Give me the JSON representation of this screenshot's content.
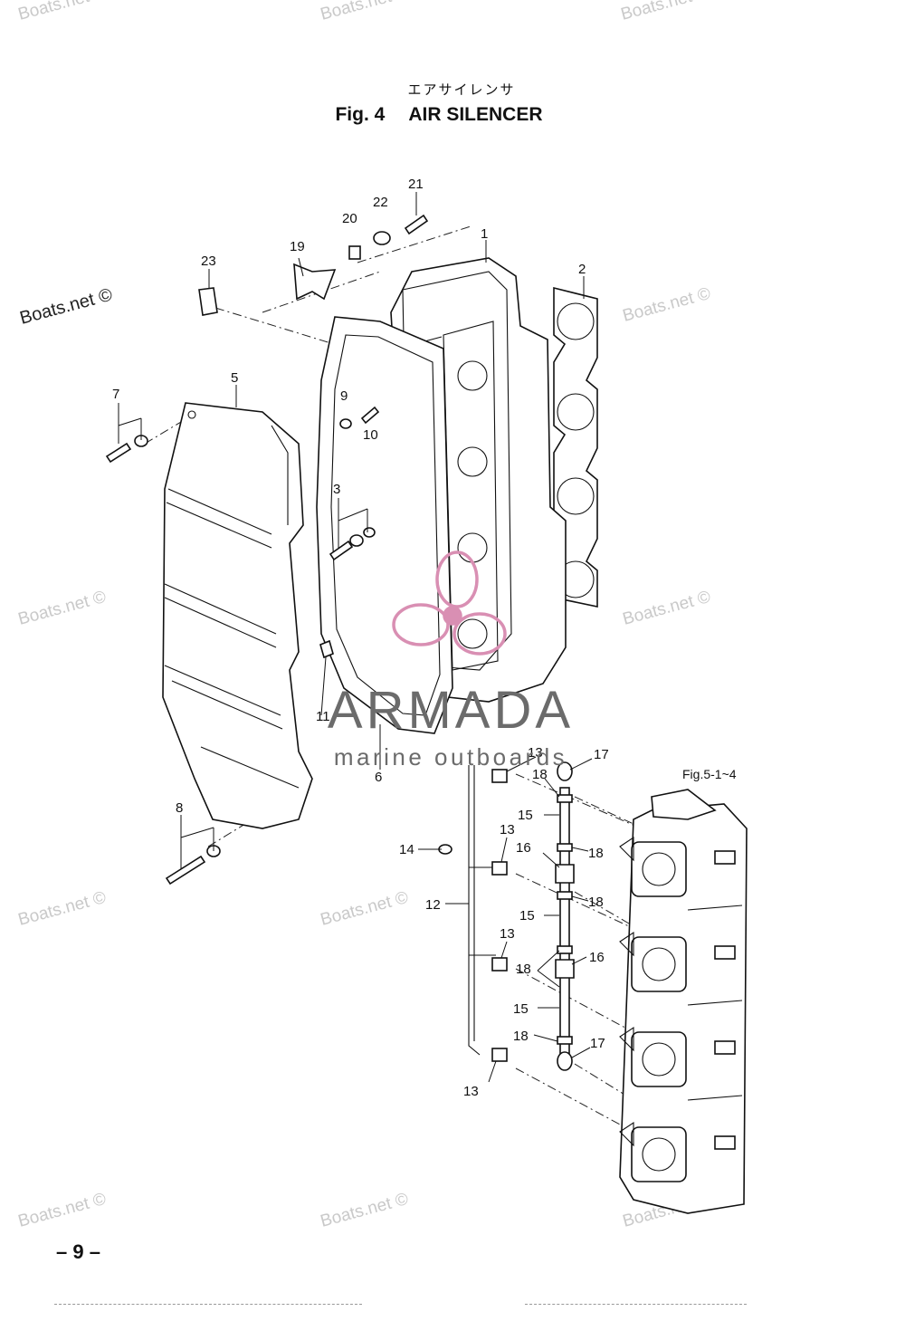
{
  "header": {
    "jp_title": "エアサイレンサ",
    "fig_number": "Fig. 4",
    "fig_name": "AIR SILENCER"
  },
  "callouts": {
    "c1": "1",
    "c2": "2",
    "c3": "3",
    "c5": "5",
    "c6": "6",
    "c7": "7",
    "c8": "8",
    "c9": "9",
    "c10": "10",
    "c11": "11",
    "c12": "12",
    "c13a": "13",
    "c13b": "13",
    "c13c": "13",
    "c13d": "13",
    "c14": "14",
    "c15a": "15",
    "c15b": "15",
    "c15c": "15",
    "c16a": "16",
    "c16b": "16",
    "c17a": "17",
    "c17b": "17",
    "c18a": "18",
    "c18b": "18",
    "c18c": "18",
    "c18d": "18",
    "c18e": "18",
    "c19": "19",
    "c20": "20",
    "c21": "21",
    "c22": "22",
    "c23": "23"
  },
  "reference": "Fig.5-1~4",
  "watermark": {
    "text": "Boats.net ©",
    "dark_text": "Boats.net ©"
  },
  "logo": {
    "brand": "ARMADA",
    "tagline": "marine outboards",
    "accent_color": "#d98fb3",
    "text_color": "#6b6b6b"
  },
  "page_number": "– 9 –"
}
